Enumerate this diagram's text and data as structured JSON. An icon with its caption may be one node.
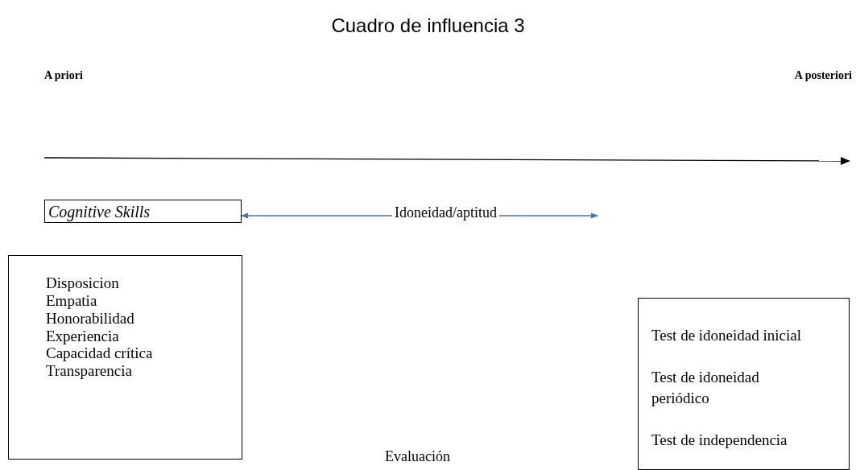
{
  "diagram": {
    "title": "Cuadro de influencia 3",
    "nodes": [
      {
        "text": [
          "Cognitive Skills"
        ]
      },
      {
        "text": [
          "Idoneidad/aptitud"
        ]
      },
      {
        "text": [
          "Disposicion",
          "Empatia",
          "Honorabilidad",
          "Experiencia",
          "Capacidad crítica",
          "Transparencia"
        ]
      },
      {
        "text": [
          "Test de idoneidad inicial",
          "Test de idoneidad periódico",
          "Test de independencia"
        ]
      }
    ],
    "edges": [
      {
        "from": 1,
        "to": 0,
        "arrow": "to"
      },
      {
        "from": 1,
        "to": null,
        "arrow": "to"
      }
    ],
    "labels": [
      "A priori",
      "A posteriori",
      "Evaluación"
    ]
  }
}
